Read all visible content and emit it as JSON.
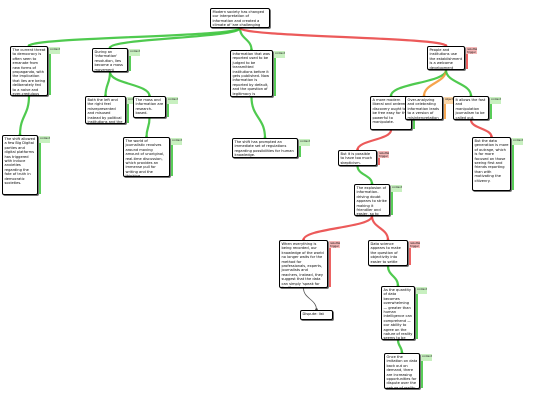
{
  "colors": {
    "support": "#3cc43c",
    "support_tag": "#c8f0c0",
    "oppose": "#ea4848",
    "oppose_tag": "#f5b8b8",
    "qualify": "#f59a3a",
    "qualify_tag": "#fbd6a8",
    "neutral": "#444444"
  },
  "nodes": [
    {
      "id": "root",
      "text": "Modern society has changed our interpretation of information and created a climate of 'are challenging claims of truth'",
      "tag": "",
      "tone": "neutral"
    },
    {
      "id": "n1",
      "text": "The current threat to democracy is often seen to emanate from new forms of propaganda, with the implication that lies are being deliberately fed to a naive and ever-credulous public.",
      "tag": "contention",
      "tone": "support"
    },
    {
      "id": "n2",
      "text": "During an 'information' revolution, lies become a mass movement",
      "tag": "contention",
      "tone": "support"
    },
    {
      "id": "n3",
      "text": "Information that was reported used to be judged to be transmitted institutions before it gets published. Now information is reported by default, and the question of legitimacy is addressed separately.",
      "tag": "contention",
      "tone": "support"
    },
    {
      "id": "n4",
      "text": "People and institutions use the establishment is a welcome development",
      "tag": "rebuttal trigger",
      "tone": "oppose"
    },
    {
      "id": "n5",
      "text": "The shift allowed a few Big Digital parties and digital platforms has triggered with induce anxieties regarding the fate of truth in democratic societies.",
      "tag": "contention",
      "tone": "support"
    },
    {
      "id": "n6",
      "text": "Both the left and the right feel misrepresented and misused instead by political institutions and the media",
      "tag": "contention",
      "tone": "support"
    },
    {
      "id": "n7",
      "text": "The mass and information are research-based.",
      "tag": "contention",
      "tone": "support"
    },
    {
      "id": "n8",
      "text": "The world of journalistic revolves around moving amount of unoriginal, real-time discussion, which provides an immense pull for writing and the thinking.",
      "tag": "contention",
      "tone": "support"
    },
    {
      "id": "n9",
      "text": "The shift has prompted an immediate set of regulations regarding possibilities for human knowledge.",
      "tag": "contention",
      "tone": "support"
    },
    {
      "id": "n10",
      "text": "A more modern liberal and ordered discovery ought to be free easy for the powerful to manipulate.",
      "tag": "contention",
      "tone": "support"
    },
    {
      "id": "n11",
      "text": "Over-analyzing and celebrating information leads to a version of misinterpretation",
      "tag": "objection",
      "tone": "qualify"
    },
    {
      "id": "n12",
      "text": "It allows the fast and manipulation journalism to be called out.",
      "tag": "contention",
      "tone": "support"
    },
    {
      "id": "n13",
      "text": "But the data generation is more of outrage, which is far more focused on those seeing first and friends reporting than with motivating the citizenry.",
      "tag": "contention",
      "tone": "support"
    },
    {
      "id": "n14",
      "text": "But it is possible to have too much skepticism.",
      "tag": "rebuttal trigger",
      "tone": "oppose"
    },
    {
      "id": "n15",
      "text": "The explosion of information-driving doubt appears to strike making it friendlier and easier, so to advance consensus on truth.",
      "tag": "contention",
      "tone": "support"
    },
    {
      "id": "n16",
      "text": "When everything is being recorded, our knowledge of the world no longer waits for the method for professionals, experts, journalists and reachers, instead, they suggest that the data can simply 'speak for itself'.",
      "tag": "rebuttal trigger",
      "tone": "oppose"
    },
    {
      "id": "n17",
      "text": "Data science appears to make the question of objectivity into easier to settle",
      "tag": "rebuttal trigger",
      "tone": "oppose"
    },
    {
      "id": "n18",
      "text": "Dispute: list",
      "tag": "",
      "tone": "neutral"
    },
    {
      "id": "n19",
      "text": "As the quantity of data becomes overwhelming — greater than human intelligence can comprehend — our ability to agree on the nature of reality seems to be declining.",
      "tag": "contention",
      "tone": "support"
    },
    {
      "id": "n20",
      "text": "Once the imitation on data back out on demand, there are increasing opportunities for dispute over the nature of reality.",
      "tag": "contention",
      "tone": "support"
    }
  ],
  "edges": [
    {
      "from": "root",
      "to": "n1",
      "tone": "support"
    },
    {
      "from": "root",
      "to": "n2",
      "tone": "support"
    },
    {
      "from": "root",
      "to": "n3",
      "tone": "support"
    },
    {
      "from": "root",
      "to": "n4",
      "tone": "oppose"
    },
    {
      "from": "n1",
      "to": "n5",
      "tone": "support"
    },
    {
      "from": "n2",
      "to": "n6",
      "tone": "support"
    },
    {
      "from": "n2",
      "to": "n7",
      "tone": "support"
    },
    {
      "from": "n7",
      "to": "n8",
      "tone": "support"
    },
    {
      "from": "n3",
      "to": "n9",
      "tone": "support"
    },
    {
      "from": "n4",
      "to": "n10",
      "tone": "support"
    },
    {
      "from": "n4",
      "to": "n11",
      "tone": "qualify"
    },
    {
      "from": "n4",
      "to": "n12",
      "tone": "support"
    },
    {
      "from": "n12",
      "to": "n13",
      "tone": "oppose"
    },
    {
      "from": "n10",
      "to": "n14",
      "tone": "oppose"
    },
    {
      "from": "n14",
      "to": "n15",
      "tone": "support"
    },
    {
      "from": "n15",
      "to": "n16",
      "tone": "oppose"
    },
    {
      "from": "n15",
      "to": "n17",
      "tone": "oppose"
    },
    {
      "from": "n16",
      "to": "n18",
      "tone": "neutral"
    },
    {
      "from": "n17",
      "to": "n19",
      "tone": "support"
    },
    {
      "from": "n19",
      "to": "n20",
      "tone": "support"
    }
  ]
}
